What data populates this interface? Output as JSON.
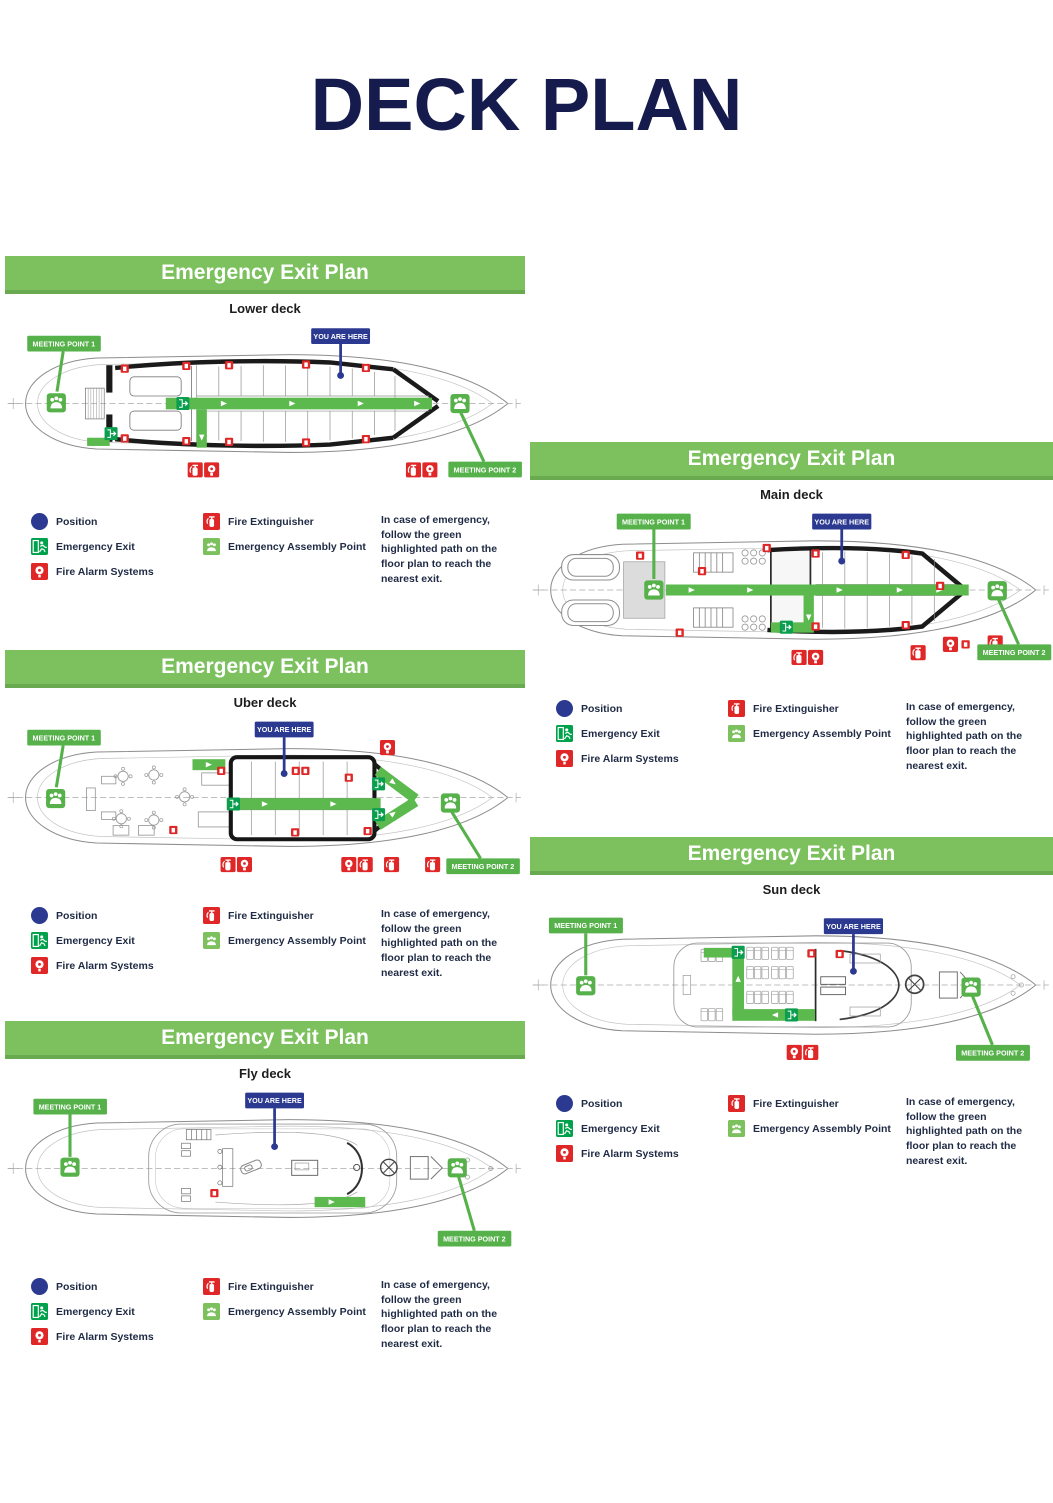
{
  "page": {
    "title": "DECK PLAN"
  },
  "panel_title": "Emergency Exit Plan",
  "panels": [
    {
      "deck": "Lower deck"
    },
    {
      "deck": "Main deck"
    },
    {
      "deck": "Uber deck"
    },
    {
      "deck": "Sun deck"
    },
    {
      "deck": "Fly deck"
    }
  ],
  "callouts": {
    "you_are_here": "YOU ARE HERE",
    "meeting_point_1": "MEETING POINT 1",
    "meeting_point_2": "MEETING POINT 2"
  },
  "legend": {
    "items": [
      {
        "name": "position",
        "label": "Position",
        "color": "#2b3990"
      },
      {
        "name": "emergency-exit",
        "label": "Emergency Exit",
        "color": "#00a14b"
      },
      {
        "name": "fire-alarm-systems",
        "label": "Fire Alarm Systems",
        "color": "#e02727"
      },
      {
        "name": "fire-extinguisher",
        "label": "Fire Extinguisher",
        "color": "#e02727"
      },
      {
        "name": "emergency-assembly-point",
        "label": "Emergency Assembly Point",
        "color": "#7cc15e"
      }
    ],
    "note": "In case of emergency, follow the green highlighted path on the floor plan to reach the nearest exit."
  },
  "colors": {
    "banner_green": "#7cc15e",
    "banner_green_dark": "#69aa50",
    "title_navy": "#161b4e",
    "path_green": "#5cb94e",
    "marker_green": "#56b14a",
    "callout_blue": "#2b3990",
    "alert_red": "#e02727"
  }
}
